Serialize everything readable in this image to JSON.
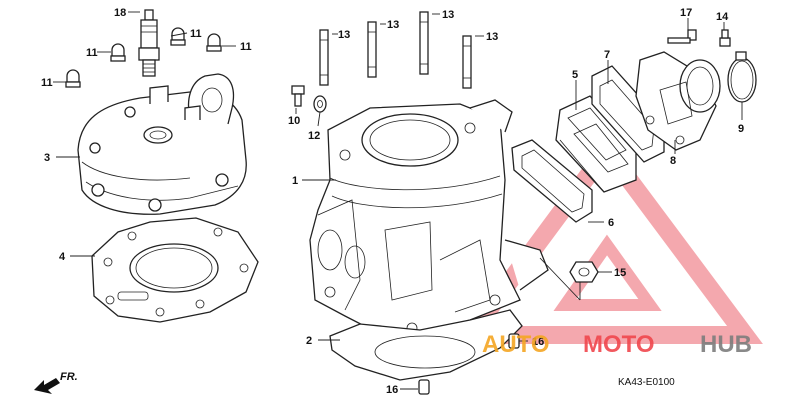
{
  "diagram": {
    "drawing_code": "KA43-E0100",
    "front_label": "FR.",
    "callouts": {
      "c1": "1",
      "c2": "2",
      "c3": "3",
      "c4": "4",
      "c5": "5",
      "c6": "6",
      "c7": "7",
      "c8": "8",
      "c9": "9",
      "c10": "10",
      "c11a": "11",
      "c11b": "11",
      "c11c": "11",
      "c11d": "11",
      "c12": "12",
      "c13a": "13",
      "c13b": "13",
      "c13c": "13",
      "c13d": "13",
      "c14": "14",
      "c15": "15",
      "c16a": "16",
      "c16b": "16",
      "c17": "17",
      "c18": "18"
    }
  },
  "watermark": {
    "part1": "AUTO",
    "part2": "MOTO",
    "part3": "HUB",
    "colors": {
      "red": "#f0474d",
      "orange": "#f5a623",
      "gray": "#7d7d7d",
      "pink": "#f39aa0"
    }
  }
}
